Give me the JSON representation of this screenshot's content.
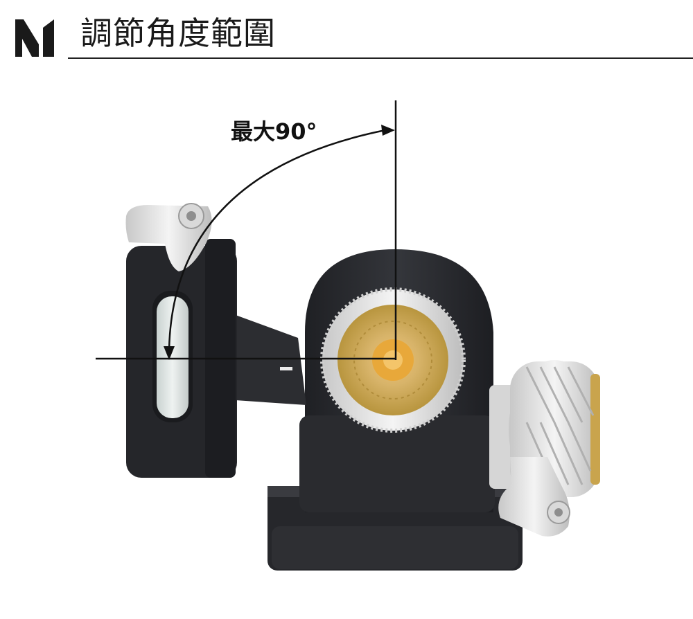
{
  "header": {
    "title": "調節角度範圍",
    "logo": "brand-logo"
  },
  "figure": {
    "angle_label": "最大90°",
    "subject": "tripod-head-product-render",
    "colors": {
      "body": "#2b2c30",
      "brass": "#c9a44d",
      "white_knob": "#e8e8e8",
      "line": "#111111"
    }
  }
}
